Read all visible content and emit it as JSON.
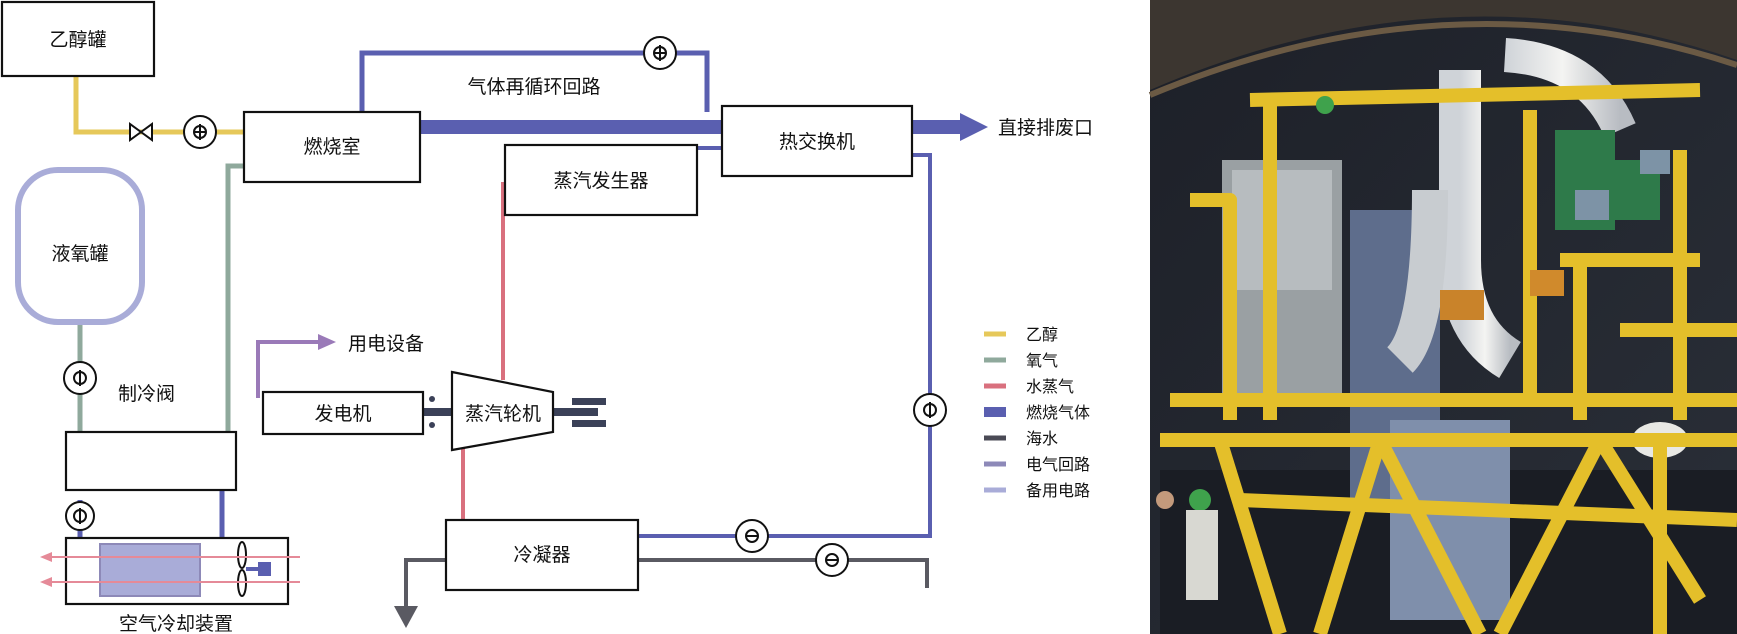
{
  "diagram": {
    "components": {
      "ethanol_tank": "乙醇罐",
      "lox_tank": "液氧罐",
      "combustion_chamber": "燃烧室",
      "gas_recirculation": "气体再循环回路",
      "heat_exchanger": "热交换机",
      "direct_exhaust": "直接排废口",
      "steam_generator": "蒸汽发生器",
      "power_equipment": "用电设备",
      "generator": "发电机",
      "steam_turbine": "蒸汽轮机",
      "condenser": "冷凝器",
      "refrigeration_valve": "制冷阀",
      "air_cooling_unit": "空气冷却装置"
    },
    "legend": [
      {
        "label": "乙醇",
        "color": "#e6c85a"
      },
      {
        "label": "氧气",
        "color": "#8fa99c"
      },
      {
        "label": "水蒸气",
        "color": "#d9707e"
      },
      {
        "label": "燃烧气体",
        "color": "#5a5fb0"
      },
      {
        "label": "海水",
        "color": "#4a4a55"
      },
      {
        "label": "电气回路",
        "color": "#8d89b8"
      },
      {
        "label": "备用电路",
        "color": "#a9acd8"
      }
    ],
    "colors": {
      "ethanol": "#e6c85a",
      "oxygen": "#8fa99c",
      "steam": "#d9707e",
      "combustion_gas": "#5a5fb0",
      "seawater": "#5a5a62",
      "electric": "#9a7ab8",
      "backup": "#a9acd8"
    }
  },
  "photo": {
    "description_icon": "engine-photo"
  }
}
